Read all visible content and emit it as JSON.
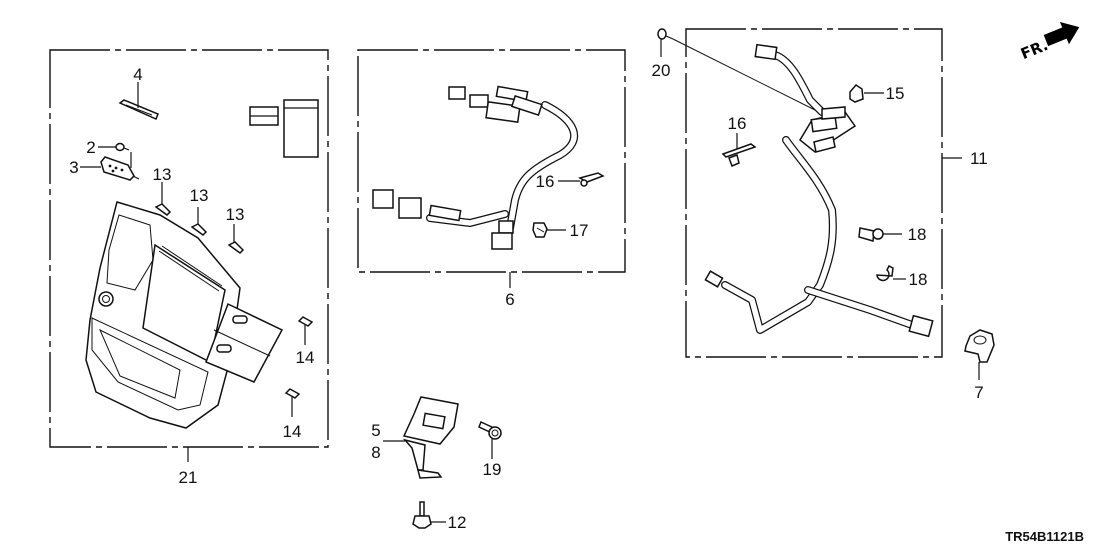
{
  "diagram": {
    "type": "exploded-parts-diagram",
    "drawing_code": "TR54B1121B",
    "direction_indicator": {
      "text": "FR.",
      "icon": "arrow-right-icon"
    },
    "groups": [
      {
        "id": "21",
        "label": "21",
        "description": "audio/navigation panel assembly kit",
        "contains": [
          "2",
          "3",
          "4",
          "13",
          "14"
        ]
      },
      {
        "id": "6",
        "label": "6",
        "description": "wire harness",
        "contains": [
          "16",
          "17"
        ]
      },
      {
        "id": "11",
        "label": "11",
        "description": "wire harness with bracket",
        "contains": [
          "15",
          "16",
          "18"
        ]
      }
    ],
    "callouts": {
      "c2": "2",
      "c3": "3",
      "c4": "4",
      "c13a": "13",
      "c13b": "13",
      "c13c": "13",
      "c14a": "14",
      "c14b": "14",
      "c21": "21",
      "c6": "6",
      "c16a": "16",
      "c17": "17",
      "c20": "20",
      "c15": "15",
      "c16b": "16",
      "c11": "11",
      "c18a": "18",
      "c18b": "18",
      "c7": "7",
      "c5": "5",
      "c8": "8",
      "c19": "19",
      "c12": "12"
    }
  }
}
